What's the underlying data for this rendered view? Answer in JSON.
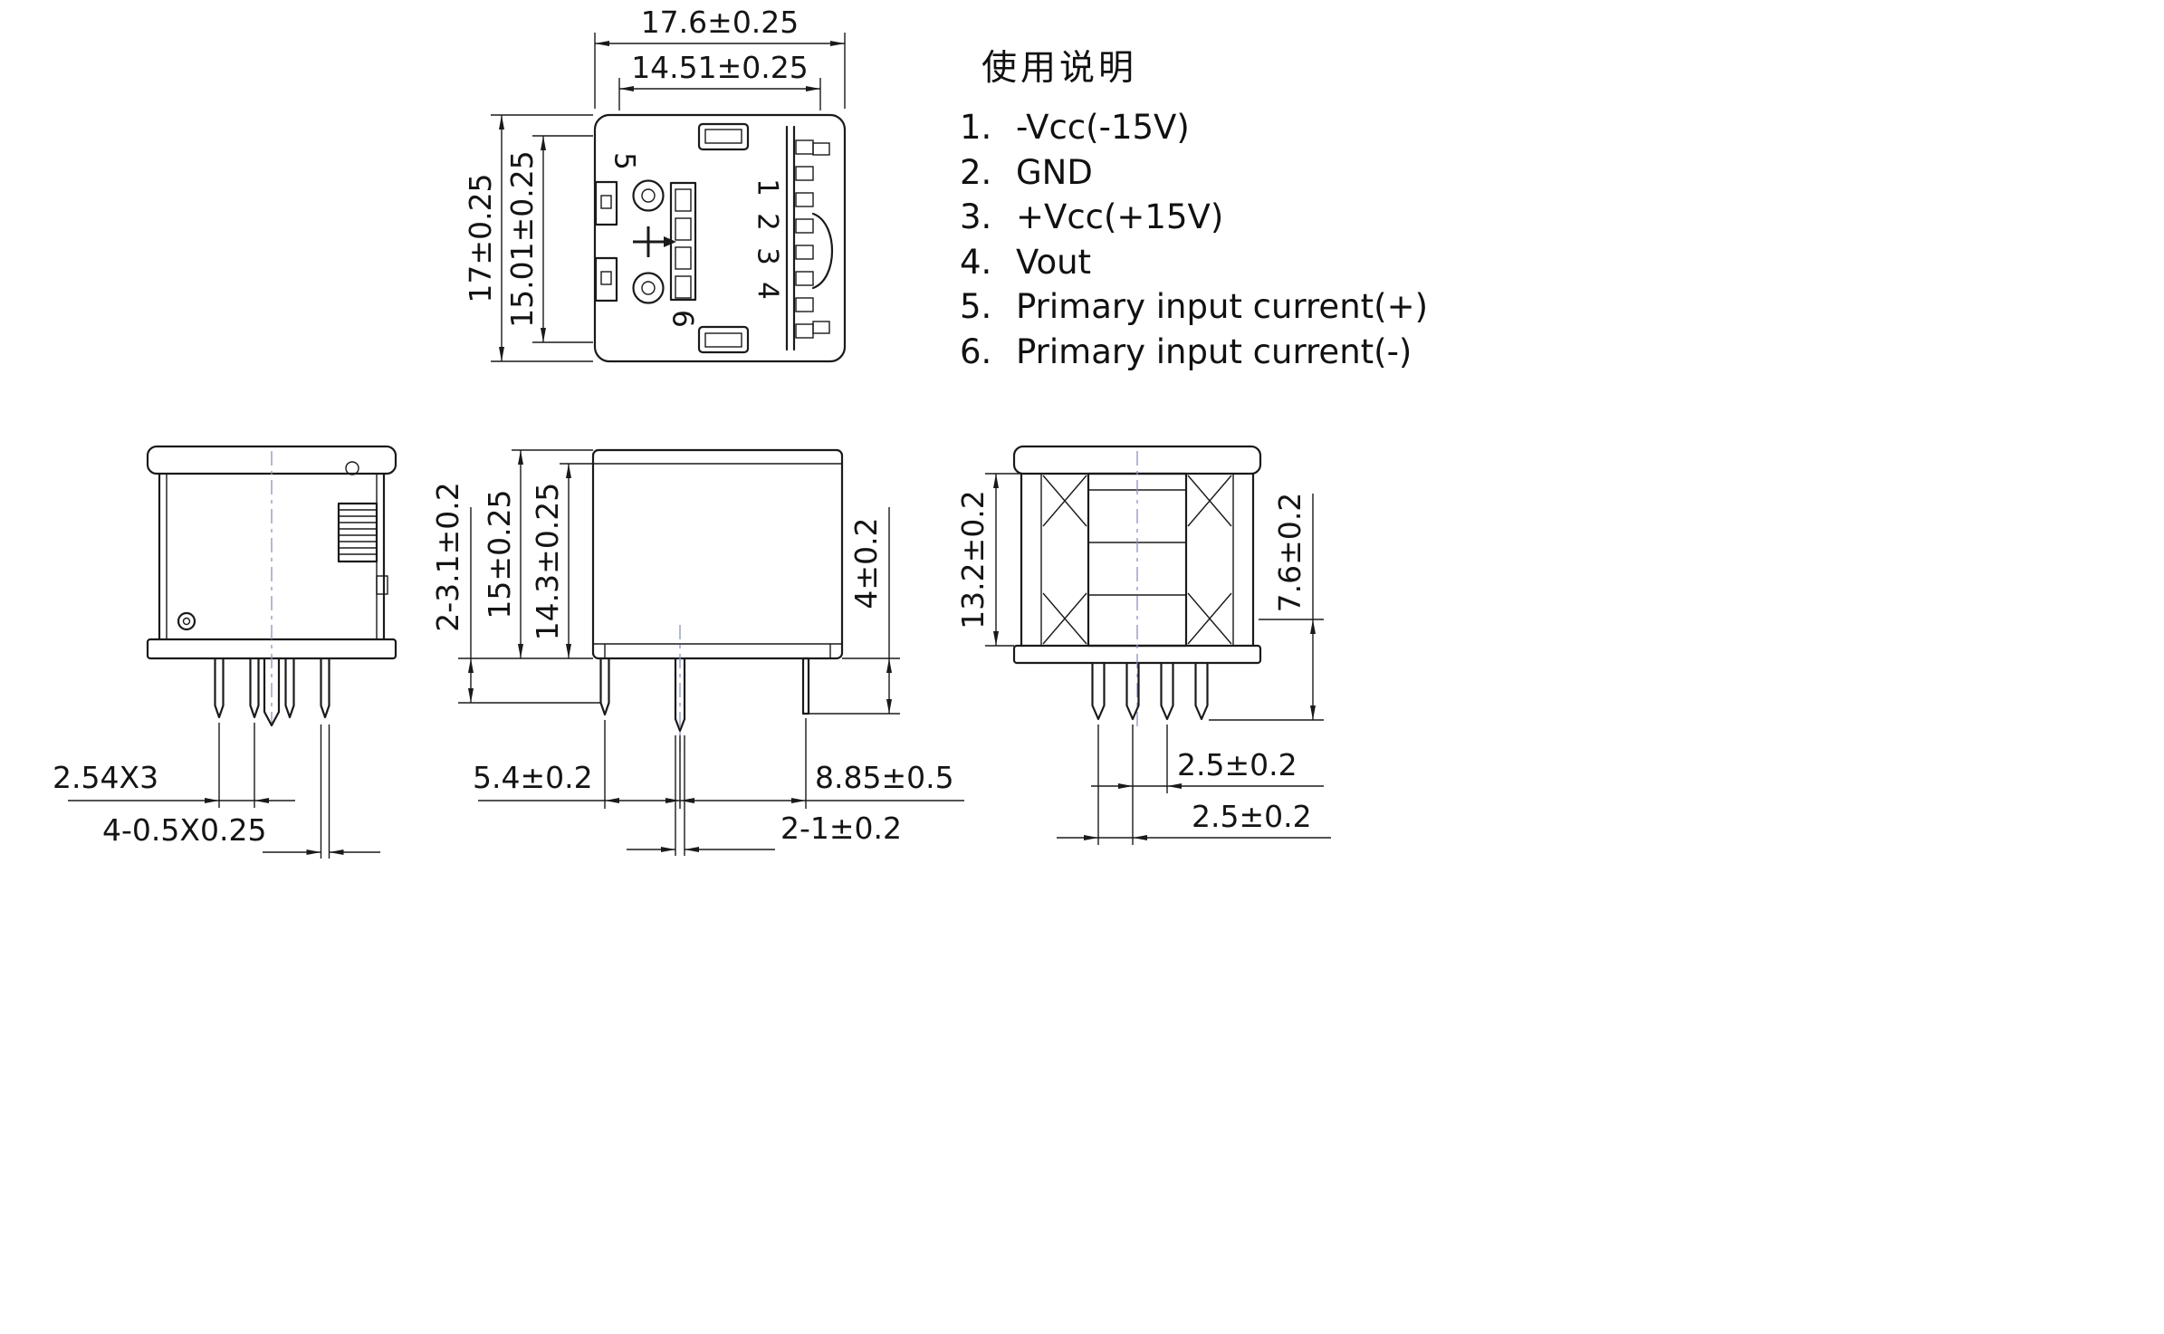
{
  "legend": {
    "heading": "使用说明",
    "items": [
      {
        "num": "1.",
        "label": "-Vcc(-15V)"
      },
      {
        "num": "2.",
        "label": "GND"
      },
      {
        "num": "3.",
        "label": "+Vcc(+15V)"
      },
      {
        "num": "4.",
        "label": "Vout"
      },
      {
        "num": "5.",
        "label": "Primary input current(+)"
      },
      {
        "num": "6.",
        "label": "Primary input current(-)"
      }
    ]
  },
  "top_view": {
    "dim_outer_width": "17.6±0.25",
    "dim_inner_width": "14.51±0.25",
    "dim_outer_height": "17±0.25",
    "dim_inner_height": "15.01±0.25",
    "pin_labels": [
      "1",
      "2",
      "3",
      "4"
    ],
    "primary_pin_labels": [
      "5",
      "6"
    ]
  },
  "side_view_left": {
    "dim_pin_pitch": "2.54X3",
    "dim_pin_size": "4-0.5X0.25"
  },
  "front_view": {
    "dim_lead_length": "2-3.1±0.2",
    "dim_body_height": "15±0.25",
    "dim_inner_height": "14.3±0.25",
    "dim_lead_right": "4±0.2",
    "dim_pitch_left": "5.4±0.2",
    "dim_pitch_right": "8.85±0.5",
    "dim_lead_width": "2-1±0.2"
  },
  "side_view_right": {
    "dim_body_height": "13.2±0.2",
    "dim_lead_length": "7.6±0.2",
    "dim_pitch_a": "2.5±0.2",
    "dim_pitch_b": "2.5±0.2"
  }
}
